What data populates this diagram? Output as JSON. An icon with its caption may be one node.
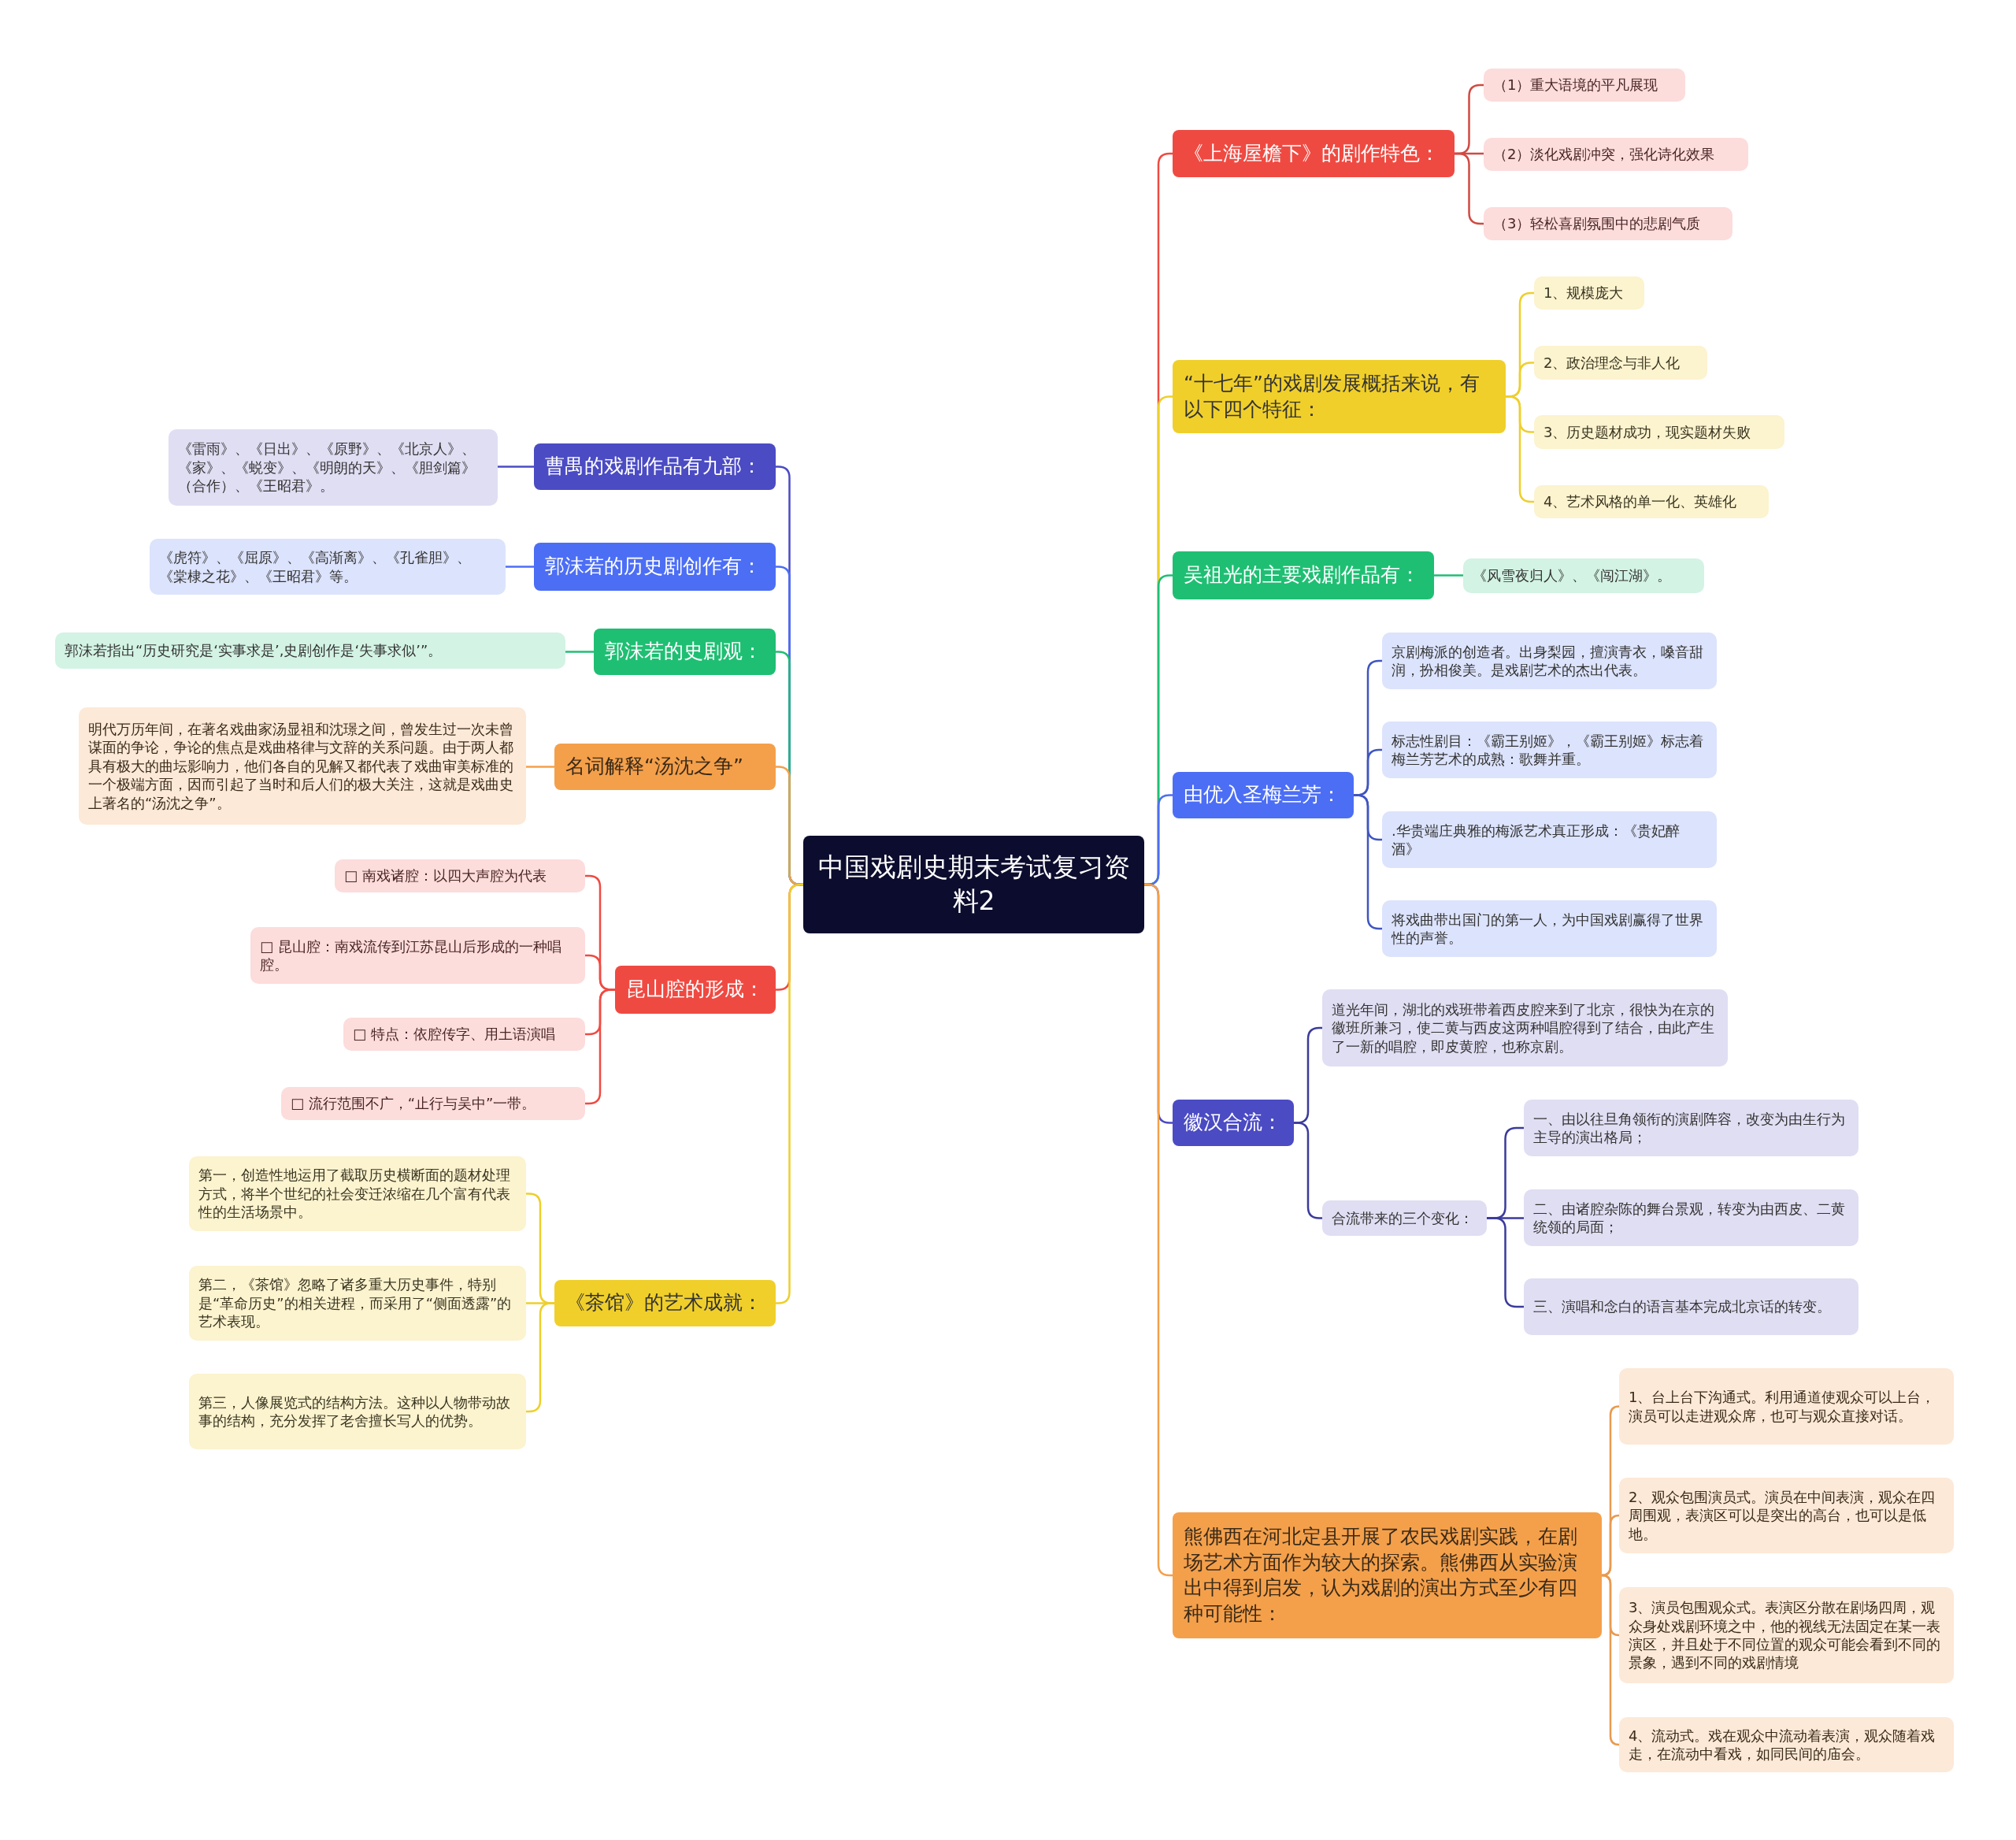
{
  "diagram": {
    "nodes": [
      {
        "text": [
          "中国戏剧史期末考试复习资料2"
        ]
      },
      {
        "text": [
          "曹禺的戏剧作品有九部："
        ]
      },
      {
        "text": [
          "《雷雨》、《日出》、《原野》、《北京人》、《家》、《蜕变》、《明朗的天》、《胆剑篇》（合作）、《王昭君》。"
        ]
      },
      {
        "text": [
          "郭沫若的历史剧创作有："
        ]
      },
      {
        "text": [
          "《虎符》、《屈原》、《高渐离》、《孔雀胆》、《棠棣之花》、《王昭君》等。"
        ]
      },
      {
        "text": [
          "郭沫若的史剧观："
        ]
      },
      {
        "text": [
          "郭沫若指出“历史研究是‘实事求是’,史剧创作是‘失事求似’”。"
        ]
      },
      {
        "text": [
          "名词解释“汤沈之争”"
        ]
      },
      {
        "text": [
          "明代万历年间，在著名戏曲家汤显祖和沈璟之间，曾发生过一次未曾谋面的争论，争论的焦点是戏曲格律与文辞的关系问题。由于两人都具有极大的曲坛影响力，他们各自的见解又都代表了戏曲审美标准的一个极端方面，因而引起了当时和后人们的极大关注，这就是戏曲史上著名的“汤沈之争”。"
        ]
      },
      {
        "text": [
          "昆山腔的形成："
        ]
      },
      {
        "text": [
          "□ 南戏诸腔：以四大声腔为代表"
        ]
      },
      {
        "text": [
          "□ 昆山腔：南戏流传到江苏昆山后形成的一种唱腔。"
        ]
      },
      {
        "text": [
          "□ 特点：依腔传字、用土语演唱"
        ]
      },
      {
        "text": [
          "□ 流行范围不广，“止行与吴中”一带。"
        ]
      },
      {
        "text": [
          "《茶馆》的艺术成就："
        ]
      },
      {
        "text": [
          "第一，创造性地运用了截取历史横断面的题材处理方式，将半个世纪的社会变迁浓缩在几个富有代表性的生活场景中。"
        ]
      },
      {
        "text": [
          "第二，《茶馆》忽略了诸多重大历史事件，特别是“革命历史”的相关进程，而采用了“侧面透露”的艺术表现。"
        ]
      },
      {
        "text": [
          "第三，人像展览式的结构方法。这种以人物带动故事的结构，充分发挥了老舍擅长写人的优势。"
        ]
      },
      {
        "text": [
          "《上海屋檐下》的剧作特色："
        ]
      },
      {
        "text": [
          "（1）重大语境的平凡展现"
        ]
      },
      {
        "text": [
          "（2）淡化戏剧冲突，强化诗化效果"
        ]
      },
      {
        "text": [
          "（3）轻松喜剧氛围中的悲剧气质"
        ]
      },
      {
        "text": [
          "“十七年”的戏剧发展概括来说，有以下四个特征："
        ]
      },
      {
        "text": [
          "1、规模庞大"
        ]
      },
      {
        "text": [
          "2、政治理念与非人化"
        ]
      },
      {
        "text": [
          "3、历史题材成功，现实题材失败"
        ]
      },
      {
        "text": [
          "4、艺术风格的单一化、英雄化"
        ]
      },
      {
        "text": [
          "吴祖光的主要戏剧作品有："
        ]
      },
      {
        "text": [
          "《风雪夜归人》、《闯江湖》。"
        ]
      },
      {
        "text": [
          "由优入圣梅兰芳："
        ]
      },
      {
        "text": [
          "京剧梅派的创造者。出身梨园，擅演青衣，嗓音甜润，扮相俊美。是戏剧艺术的杰出代表。"
        ]
      },
      {
        "text": [
          "标志性剧目：《霸王别姬》，《霸王别姬》标志着梅兰芳艺术的成熟：歌舞并重。"
        ]
      },
      {
        "text": [
          ".华贵端庄典雅的梅派艺术真正形成：《贵妃醉酒》"
        ]
      },
      {
        "text": [
          "将戏曲带出国门的第一人，为中国戏剧赢得了世界性的声誉。"
        ]
      },
      {
        "text": [
          "徽汉合流："
        ]
      },
      {
        "text": [
          "道光年间，湖北的戏班带着西皮腔来到了北京，很快为在京的徽班所兼习，使二黄与西皮这两种唱腔得到了结合，由此产生了一新的唱腔，即皮黄腔，也称京剧。"
        ]
      },
      {
        "text": [
          "合流带来的三个变化："
        ]
      },
      {
        "text": [
          "一、由以往旦角领衔的演剧阵容，改变为由生行为主导的演出格局；"
        ]
      },
      {
        "text": [
          "二、由诸腔杂陈的舞台景观，转变为由西皮、二黄统领的局面；"
        ]
      },
      {
        "text": [
          "三、演唱和念白的语言基本完成北京话的转变。"
        ]
      },
      {
        "text": [
          "熊佛西在河北定县开展了农民戏剧实践，在剧场艺术方面作为较大的探索。熊佛西从实验演出中得到启发，认为戏剧的演出方式至少有四种可能性："
        ]
      },
      {
        "text": [
          "1、台上台下沟通式。利用通道使观众可以上台，演员可以走进观众席，也可与观众直接对话。"
        ]
      },
      {
        "text": [
          "2、观众包围演员式。演员在中间表演，观众在四周围观，表演区可以是突出的高台，也可以是低地。"
        ]
      },
      {
        "text": [
          "3、演员包围观众式。表演区分散在剧场四周，观众身处戏剧环境之中，他的视线无法固定在某一表演区，并且处于不同位置的观众可能会看到不同的景象，遇到不同的戏剧情境"
        ]
      },
      {
        "text": [
          "4、流动式。戏在观众中流动着表演，观众随着戏走，在流动中看戏，如同民间的庙会。"
        ]
      }
    ],
    "edges": [
      {
        "from": 0,
        "to": 1,
        "arrow": "none",
        "color": "#4b4bc4"
      },
      {
        "from": 1,
        "to": 2,
        "arrow": "none",
        "color": "#4b4bc4"
      },
      {
        "from": 0,
        "to": 3,
        "arrow": "none",
        "color": "#4c6ef5"
      },
      {
        "from": 3,
        "to": 4,
        "arrow": "none",
        "color": "#4c6ef5"
      },
      {
        "from": 0,
        "to": 5,
        "arrow": "none",
        "color": "#1fbf73"
      },
      {
        "from": 5,
        "to": 6,
        "arrow": "none",
        "color": "#1fbf73"
      },
      {
        "from": 0,
        "to": 7,
        "arrow": "none",
        "color": "#f4a04b"
      },
      {
        "from": 7,
        "to": 8,
        "arrow": "none",
        "color": "#f4a04b"
      },
      {
        "from": 0,
        "to": 9,
        "arrow": "none",
        "color": "#ef4a42"
      },
      {
        "from": 9,
        "to": 10,
        "arrow": "none",
        "color": "#ef4a42"
      },
      {
        "from": 9,
        "to": 11,
        "arrow": "none",
        "color": "#ef4a42"
      },
      {
        "from": 9,
        "to": 12,
        "arrow": "none",
        "color": "#ef4a42"
      },
      {
        "from": 9,
        "to": 13,
        "arrow": "none",
        "color": "#ef4a42"
      },
      {
        "from": 0,
        "to": 14,
        "arrow": "none",
        "color": "#eecf2b"
      },
      {
        "from": 14,
        "to": 15,
        "arrow": "none",
        "color": "#eecf2b"
      },
      {
        "from": 14,
        "to": 16,
        "arrow": "none",
        "color": "#eecf2b"
      },
      {
        "from": 14,
        "to": 17,
        "arrow": "none",
        "color": "#eecf2b"
      },
      {
        "from": 0,
        "to": 18,
        "arrow": "none",
        "color": "#ef4a42"
      },
      {
        "from": 18,
        "to": 19,
        "arrow": "none",
        "color": "#d04a42"
      },
      {
        "from": 18,
        "to": 20,
        "arrow": "none",
        "color": "#d04a42"
      },
      {
        "from": 18,
        "to": 21,
        "arrow": "none",
        "color": "#d04a42"
      },
      {
        "from": 0,
        "to": 22,
        "arrow": "none",
        "color": "#eecf2b"
      },
      {
        "from": 22,
        "to": 23,
        "arrow": "none",
        "color": "#eecf2b"
      },
      {
        "from": 22,
        "to": 24,
        "arrow": "none",
        "color": "#eecf2b"
      },
      {
        "from": 22,
        "to": 25,
        "arrow": "none",
        "color": "#eecf2b"
      },
      {
        "from": 22,
        "to": 26,
        "arrow": "none",
        "color": "#eecf2b"
      },
      {
        "from": 0,
        "to": 27,
        "arrow": "none",
        "color": "#1fbf73"
      },
      {
        "from": 27,
        "to": 28,
        "arrow": "none",
        "color": "#1fbf73"
      },
      {
        "from": 0,
        "to": 29,
        "arrow": "none",
        "color": "#4c6ef5"
      },
      {
        "from": 29,
        "to": 30,
        "arrow": "none",
        "color": "#3f55c0"
      },
      {
        "from": 29,
        "to": 31,
        "arrow": "none",
        "color": "#3f55c0"
      },
      {
        "from": 29,
        "to": 32,
        "arrow": "none",
        "color": "#3f55c0"
      },
      {
        "from": 29,
        "to": 33,
        "arrow": "none",
        "color": "#3f55c0"
      },
      {
        "from": 0,
        "to": 34,
        "arrow": "none",
        "color": "#4b4bc4"
      },
      {
        "from": 34,
        "to": 35,
        "arrow": "none",
        "color": "#3b3b9c"
      },
      {
        "from": 34,
        "to": 36,
        "arrow": "none",
        "color": "#3b3b9c"
      },
      {
        "from": 36,
        "to": 37,
        "arrow": "none",
        "color": "#3b3b9c"
      },
      {
        "from": 36,
        "to": 38,
        "arrow": "none",
        "color": "#3b3b9c"
      },
      {
        "from": 36,
        "to": 39,
        "arrow": "none",
        "color": "#3b3b9c"
      },
      {
        "from": 0,
        "to": 40,
        "arrow": "none",
        "color": "#f4a04b"
      },
      {
        "from": 40,
        "to": 41,
        "arrow": "none",
        "color": "#e89a50"
      },
      {
        "from": 40,
        "to": 42,
        "arrow": "none",
        "color": "#e89a50"
      },
      {
        "from": 40,
        "to": 43,
        "arrow": "none",
        "color": "#e89a50"
      },
      {
        "from": 40,
        "to": 44,
        "arrow": "none",
        "color": "#e89a50"
      }
    ]
  }
}
